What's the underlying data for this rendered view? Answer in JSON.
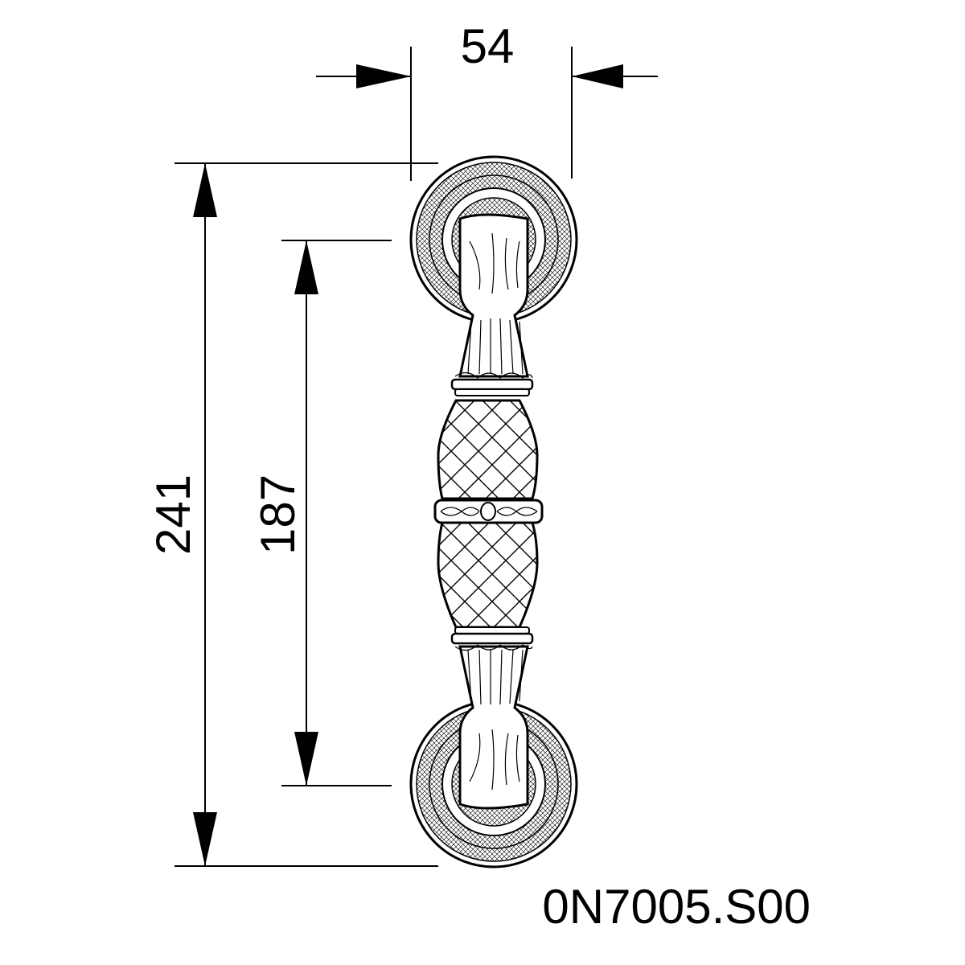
{
  "dimensions": {
    "width_label": "54",
    "overall_length_label": "241",
    "center_distance_label": "187"
  },
  "product_code": "0N7005.S00"
}
